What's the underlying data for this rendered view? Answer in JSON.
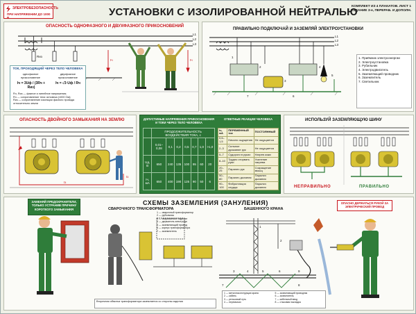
{
  "header": {
    "badge_line1": "ЭЛЕКТРОБЕЗОПАСНОСТЬ",
    "badge_line2": "ПРИ НАПРЯЖЕНИИ ДО 1000 В",
    "title": "УСТАНОВКИ С ИЗОЛИРОВАННОЙ НЕЙТРАЛЬЮ",
    "kit_line1": "КОМПЛЕКТ ИЗ 4 ПЛАКАТОВ. ЛИСТ 1",
    "kit_line2": "ИЗДАНИЕ 3-е, ПЕРЕРАБ. И ДОПОЛН."
  },
  "panel1": {
    "title": "ОПАСНОСТЬ ОДНОФАЗНОГО И ДВУХФАЗНОГО ПРИКОСНОВЕНИЙ",
    "formula_title": "ТОК, ПРОХОДЯЩИЙ ЧЕРЕЗ ТЕЛО ЧЕЛОВЕКА",
    "single": "однофазное прикосновение",
    "double": "двухфазное прикосновение",
    "f1": "Iч = 3Uф / (3Rч + Rиз)",
    "f2": "Iч = √3·Uф / Rч",
    "legend": [
      "Rч, Rиз — фазное и линейное напряжения;",
      "Rч — сопротивление тела человека (1000 Ом);",
      "Rиз — сопротивление изоляции фазного провода относительно земли"
    ],
    "labels": [
      "L1",
      "L2",
      "L3",
      "Rиз",
      "Iч",
      "Iч"
    ]
  },
  "panel2": {
    "title": "ПРАВИЛЬНО ПОДКЛЮЧАЙ И ЗАЗЕМЛЯЙ ЭЛЕКТРОУСТАНОВКИ",
    "labels": [
      "L1",
      "L2",
      "L3",
      "1",
      "2",
      "3",
      "4",
      "5",
      "6",
      "7"
    ],
    "legend": [
      "1. Приёмник электроэнергии",
      "2. Электроустановка",
      "3. Рубильник",
      "4. Электродвигатель",
      "5. Заземляющий проводник",
      "6. Заземлитель",
      "7. Светильник"
    ]
  },
  "panel3": {
    "title": "ОПАСНОСТЬ ДВОЙНОГО ЗАМЫКАНИЯ НА ЗЕМЛЮ",
    "labels": [
      "Iз",
      "Iз"
    ]
  },
  "panel4": {
    "title_left": "ДОПУСТИМЫЕ НАПРЯЖЕНИЯ ПРИКОСНОВЕНИЯ И ТОКИ ЧЕРЕЗ ТЕЛО ЧЕЛОВЕКА",
    "title_right": "ОТВЕТНЫЕ РЕАКЦИИ ЧЕЛОВЕКА",
    "duration_header": "ПРОДОЛЖИТЕЛЬНОСТЬ ВОЗДЕЙСТВИЯ ТОКА, с",
    "durations": [
      "0,01–0,08",
      "0,1",
      "0,2",
      "0,5",
      "0,7",
      "1,0",
      ">1,0"
    ],
    "rows": [
      {
        "name": "Uд, В",
        "values": [
          "650",
          "240",
          "135",
          "100",
          "95",
          "60",
          "20"
        ]
      },
      {
        "name": "Iч, мА",
        "values": [
          "650",
          "400",
          "190",
          "125",
          "90",
          "50",
          "6"
        ]
      }
    ],
    "reactions_header": [
      "Iч, мА",
      "ПЕРЕМЕННЫЙ ток",
      "ПОСТОЯННЫЙ"
    ],
    "reactions": [
      [
        "0,6–1,5",
        "Начало ощущения",
        "Не ощущается"
      ],
      [
        "2–3",
        "Сильное дрожание рук",
        "Не ощущается"
      ],
      [
        "5–7",
        "Судороги в руках",
        "Нагрев кожи"
      ],
      [
        "8–10",
        "Трудно оторвать руки",
        "Усиление нагрева"
      ],
      [
        "20–25",
        "Паралич рук",
        "Сокращение мышц"
      ],
      [
        "50–80",
        "Паралич дыхания",
        "Паралич дыхания"
      ],
      [
        "90–100",
        "Фибрилляция сердца",
        "Паралич дыхания"
      ]
    ]
  },
  "panel5": {
    "title": "ИСПОЛЬЗУЙ ЗАЗЕМЛЯЮЩУЮ ШИНУ",
    "wrong": "НЕПРАВИЛЬНО",
    "right": "ПРАВИЛЬНО"
  },
  "bottom": {
    "schemes_title": "СХЕМЫ ЗАЗЕМЛЕНИЯ (ЗАНУЛЕНИЯ)",
    "welder_title": "СВАРОЧНОГО ТРАНСФОРМАТОРА",
    "crane_title": "БАШЕННОГО КРАНА",
    "note_left_title": "ЗАМЕНЯЙ ПРЕДОХРАНИТЕЛИ, ТОЛЬКО УСТРАНИВ ПРИЧИНУ КОРОТКОГО ЗАМЫКАНИЯ",
    "note_right_title": "ОПАСНО ДЕРЖАТЬСЯ РУКОЙ ЗА ЭЛЕКТРИЧЕСКИЙ ПРОВОД",
    "welder_legend": [
      "1 — сварочный трансформатор",
      "2 — рубильник",
      "3 — свариваемое изделие",
      "4 — держатель электрода",
      "5 — заземляющий провод",
      "6 — корпус трансформатора",
      "7 — заземлитель"
    ],
    "welder_note": "Вторичная обмотка трансформатора заземляется со стороны изделия",
    "crane_legend": [
      "1 — металлоконструкция крана",
      "2 — кабель",
      "3 — рельсовый путь",
      "4 — перемычки",
      "5 — заземляющий проводник",
      "6 — заземлитель",
      "7 — кабельный ввод",
      "8 — стыковая накладка"
    ],
    "crane_labels": [
      "1",
      "2",
      "3",
      "4",
      "5",
      "6",
      "7",
      "8",
      "9"
    ]
  },
  "colors": {
    "red": "#c8141b",
    "green": "#2f7d3a",
    "motor_yellow": "#d9c334"
  }
}
